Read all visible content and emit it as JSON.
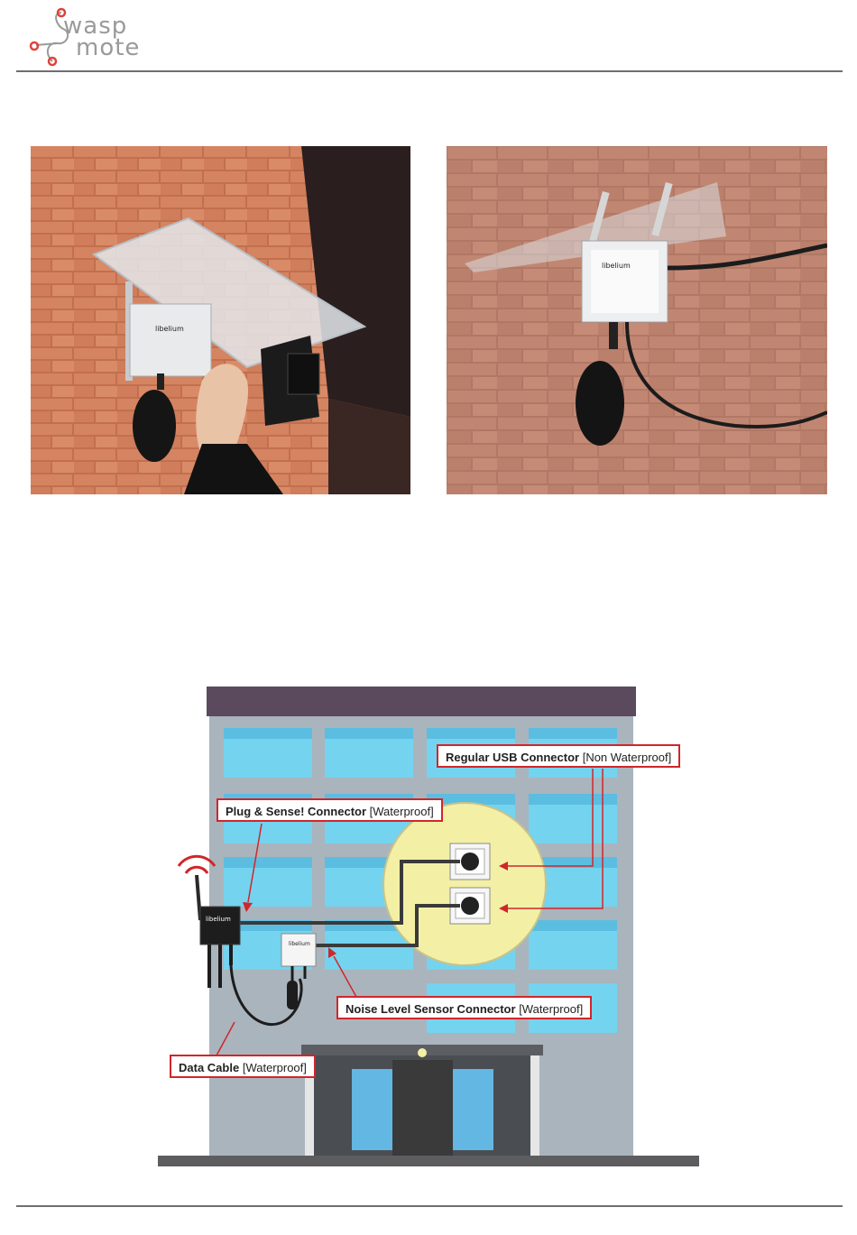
{
  "header": {
    "logo_line1": "wasp",
    "logo_line2": "mote",
    "logo_colors": {
      "text": "#9a9a9a",
      "accent": "#e0423b"
    }
  },
  "photos": [
    {
      "name": "left-installation-photo",
      "brand_label": "libelium"
    },
    {
      "name": "right-installation-photo",
      "brand_label": "libelium"
    }
  ],
  "diagram": {
    "callouts": {
      "usb": {
        "label": "Regular USB Connector",
        "suffix": "[Non Waterproof]"
      },
      "plug": {
        "label": "Plug & Sense! Connector",
        "suffix": "[Waterproof]"
      },
      "noise": {
        "label": "Noise Level Sensor Connector",
        "suffix": "[Waterproof]"
      },
      "cable": {
        "label": "Data Cable",
        "suffix": "[Waterproof]"
      }
    },
    "device_label": "libelium",
    "colors": {
      "callout_border": "#d0262b",
      "building": "#aab4bd",
      "window": "#74d3ee",
      "roof": "#5b4a5e",
      "zoom_circle": "#f3f0a6"
    }
  }
}
